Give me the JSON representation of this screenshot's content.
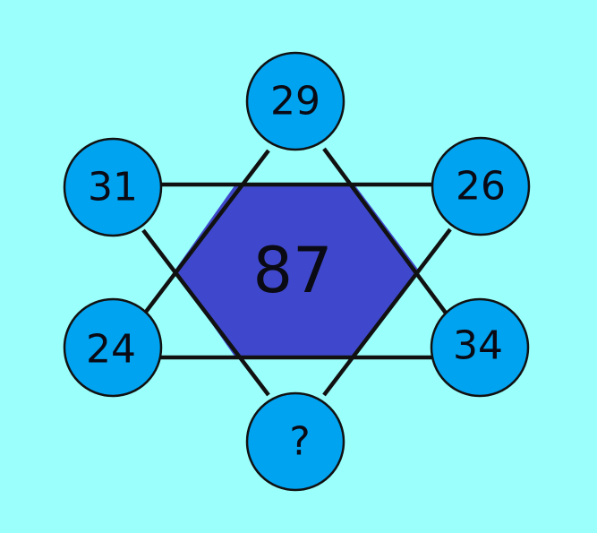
{
  "puzzle": {
    "center_value": "87",
    "circles": {
      "top": "29",
      "upper_left": "31",
      "upper_right": "26",
      "lower_left": "24",
      "lower_right": "34",
      "bottom": "?"
    }
  },
  "colors": {
    "background": "#9bfffb",
    "circle_fill": "#00a3f0",
    "hexagon_fill": "#3f48cc",
    "lines": "#111111",
    "text": "#0a0a14"
  }
}
